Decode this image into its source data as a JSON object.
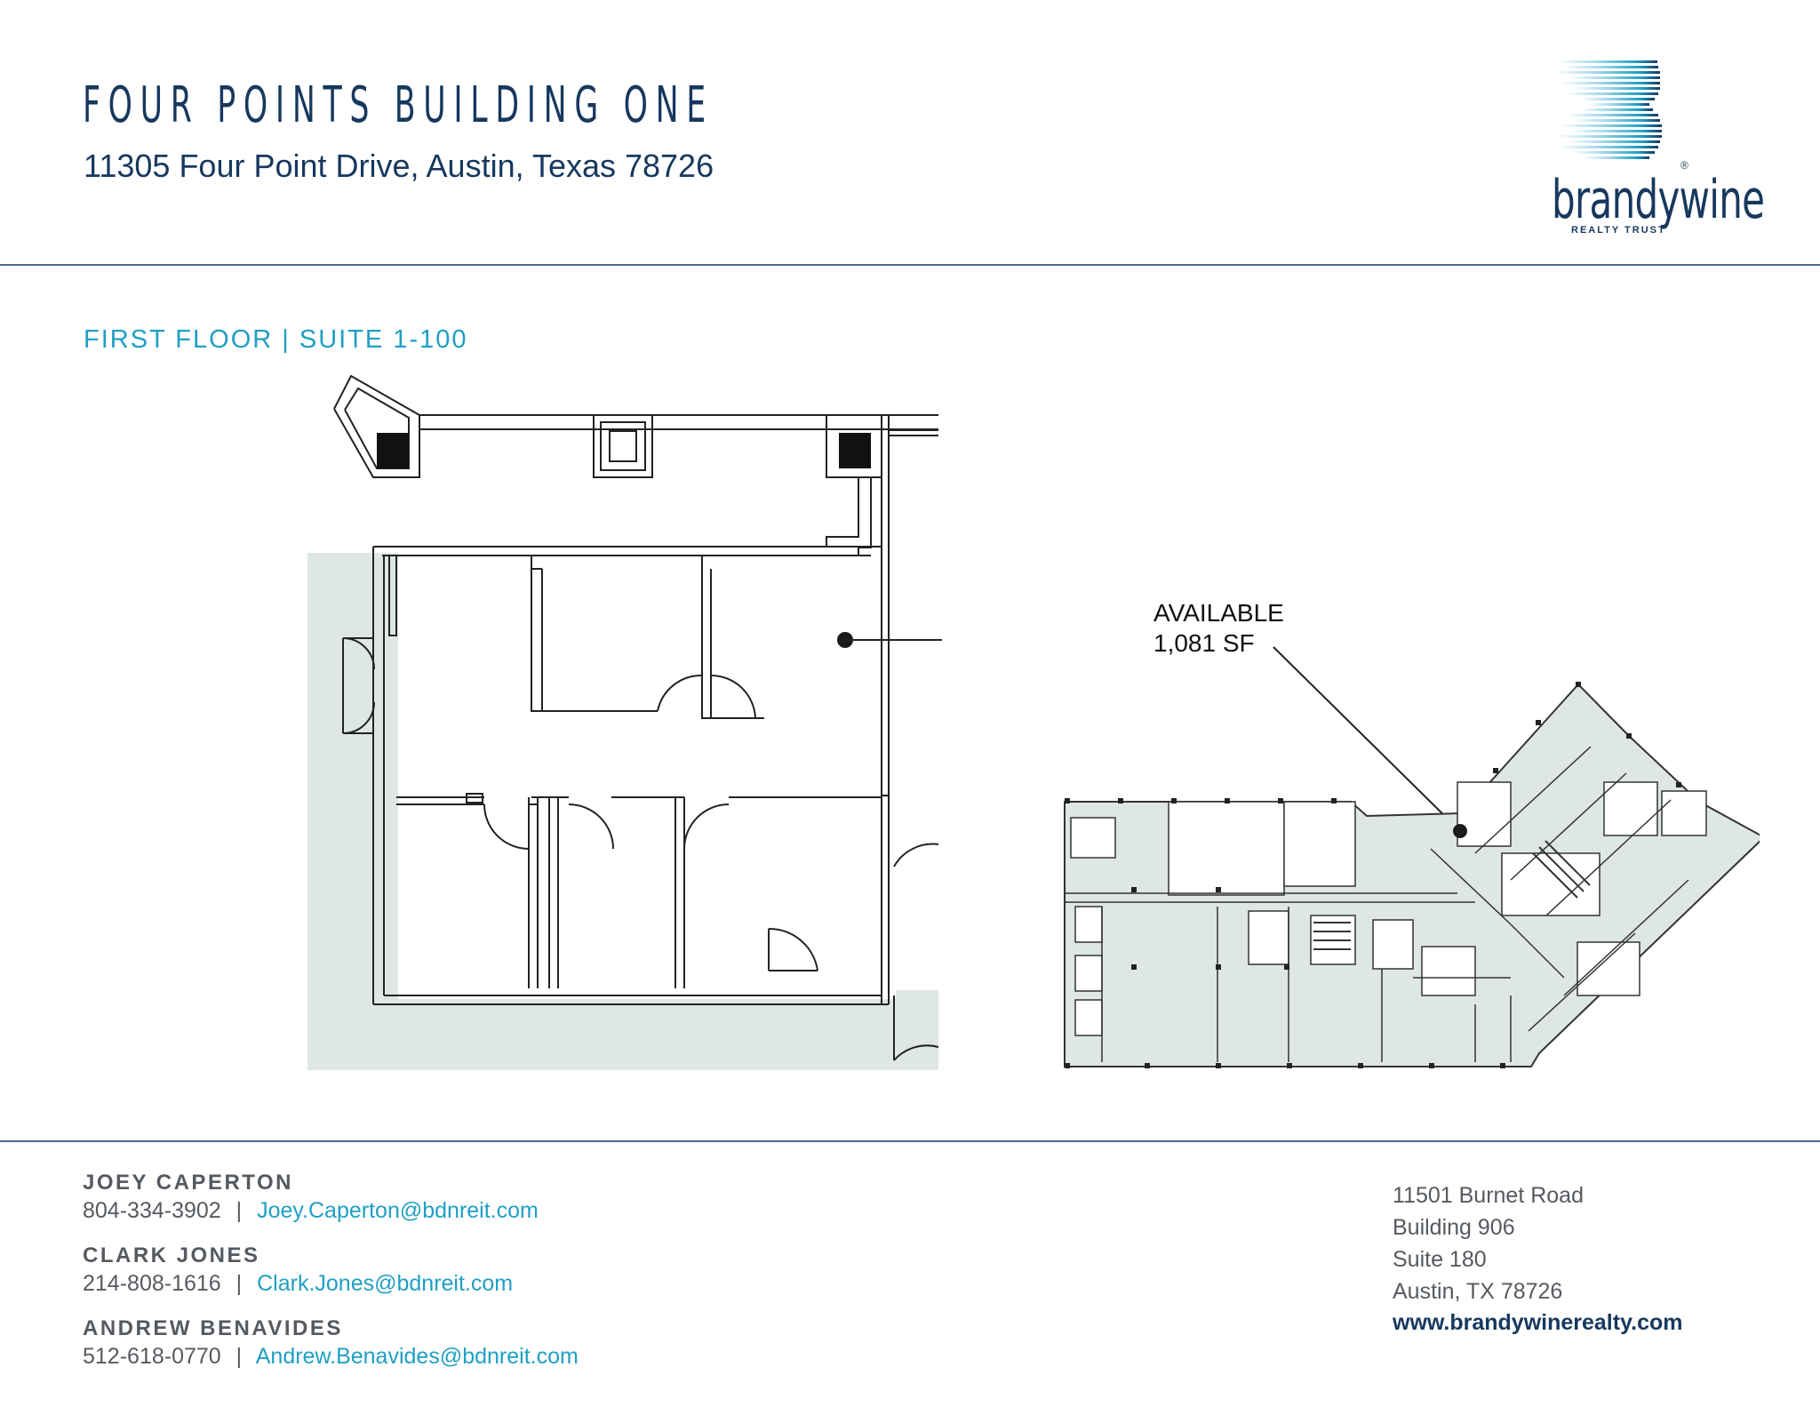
{
  "header": {
    "title": "FOUR POINTS BUILDING ONE",
    "address": "11305 Four Point Drive, Austin, Texas 78726"
  },
  "logo": {
    "word": "brandywine",
    "tagline": "REALTY TRUST",
    "registered": "®",
    "color": "#17385e",
    "stripe_color": "#1f9fc4"
  },
  "plan": {
    "floor_label": "FIRST FLOOR | SUITE 1-100",
    "callout_line1": "AVAILABLE",
    "callout_line2": "1,081 SF",
    "highlight_color": "#dfe6e6"
  },
  "contacts": [
    {
      "name": "JOEY CAPERTON",
      "phone": "804-334-3902",
      "separator": "|",
      "email": "Joey.Caperton@bdnreit.com"
    },
    {
      "name": "CLARK JONES",
      "phone": "214-808-1616",
      "separator": "|",
      "email": "Clark.Jones@bdnreit.com"
    },
    {
      "name": "ANDREW BENAVIDES",
      "phone": "512-618-0770",
      "separator": "|",
      "email": "Andrew.Benavides@bdnreit.com"
    }
  ],
  "office": {
    "line1": "11501 Burnet Road",
    "line2": "Building 906",
    "line3": "Suite 180",
    "line4": "Austin, TX 78726",
    "website": "www.brandywinerealty.com"
  }
}
